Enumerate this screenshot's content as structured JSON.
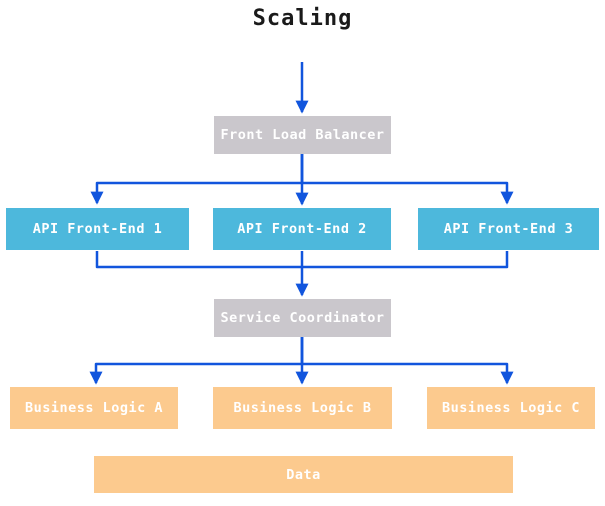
{
  "title": "Scaling",
  "colors": {
    "node_gray": "#cac7cc",
    "node_blue": "#4db8dc",
    "node_orange": "#fcca8e",
    "arrow_blue": "#1155dd",
    "node_label_text": "#ffffff",
    "title_text": "#1a1a1a"
  },
  "nodes": {
    "front_load_balancer": {
      "label": "Front Load Balancer",
      "color": "gray"
    },
    "api_front_end_1": {
      "label": "API Front-End 1",
      "color": "blue"
    },
    "api_front_end_2": {
      "label": "API Front-End 2",
      "color": "blue"
    },
    "api_front_end_3": {
      "label": "API Front-End 3",
      "color": "blue"
    },
    "service_coordinator": {
      "label": "Service Coordinator",
      "color": "gray"
    },
    "business_logic_a": {
      "label": "Business Logic A",
      "color": "orange"
    },
    "business_logic_b": {
      "label": "Business Logic B",
      "color": "orange"
    },
    "business_logic_c": {
      "label": "Business Logic C",
      "color": "orange"
    },
    "data": {
      "label": "Data",
      "color": "orange"
    }
  },
  "edges": [
    {
      "from": "title_area",
      "to": "front_load_balancer"
    },
    {
      "from": "front_load_balancer",
      "to": "api_front_end_1"
    },
    {
      "from": "front_load_balancer",
      "to": "api_front_end_2"
    },
    {
      "from": "front_load_balancer",
      "to": "api_front_end_3"
    },
    {
      "from": "api_front_end_1",
      "to": "service_coordinator"
    },
    {
      "from": "api_front_end_2",
      "to": "service_coordinator"
    },
    {
      "from": "api_front_end_3",
      "to": "service_coordinator"
    },
    {
      "from": "service_coordinator",
      "to": "business_logic_a"
    },
    {
      "from": "service_coordinator",
      "to": "business_logic_b"
    },
    {
      "from": "service_coordinator",
      "to": "business_logic_c"
    }
  ]
}
